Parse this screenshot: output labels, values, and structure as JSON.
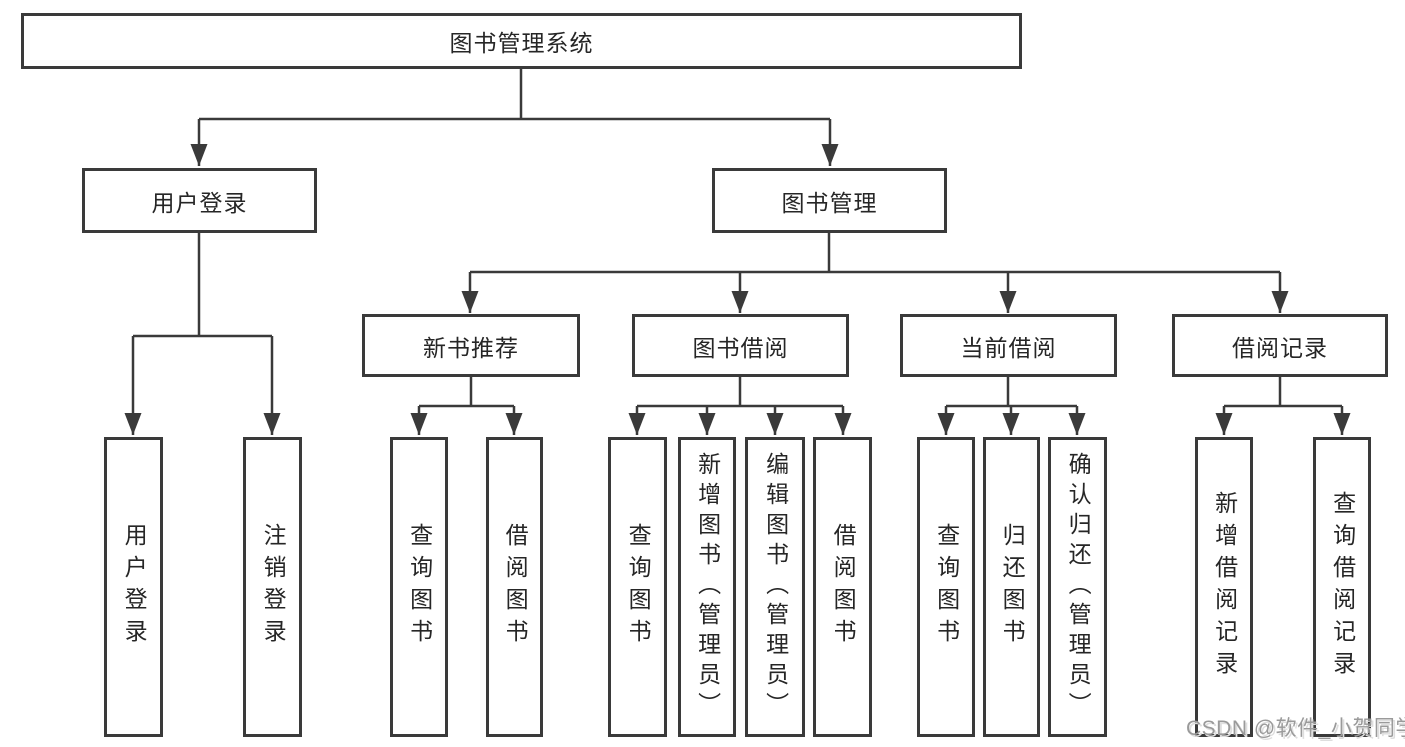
{
  "tree": {
    "label": "图书管理系统",
    "children": [
      {
        "label": "用户登录",
        "children": [
          {
            "label": "用户登录"
          },
          {
            "label": "注销登录"
          }
        ]
      },
      {
        "label": "图书管理",
        "children": [
          {
            "label": "新书推荐",
            "children": [
              {
                "label": "查询图书"
              },
              {
                "label": "借阅图书"
              }
            ]
          },
          {
            "label": "图书借阅",
            "children": [
              {
                "label": "查询图书"
              },
              {
                "label": "新增图书（管理员）"
              },
              {
                "label": "编辑图书（管理员）"
              },
              {
                "label": "借阅图书"
              }
            ]
          },
          {
            "label": "当前借阅",
            "children": [
              {
                "label": "查询图书"
              },
              {
                "label": "归还图书"
              },
              {
                "label": "确认归还（管理员）"
              }
            ]
          },
          {
            "label": "借阅记录",
            "children": [
              {
                "label": "新增借阅记录"
              },
              {
                "label": "查询借阅记录"
              }
            ]
          }
        ]
      }
    ]
  },
  "watermark": {
    "text": "CSDN @软件_小贺同学"
  },
  "colors": {
    "line": "#3a3a3a",
    "text": "#262626",
    "watermark": "#9a9a9a",
    "background": "#ffffff"
  }
}
